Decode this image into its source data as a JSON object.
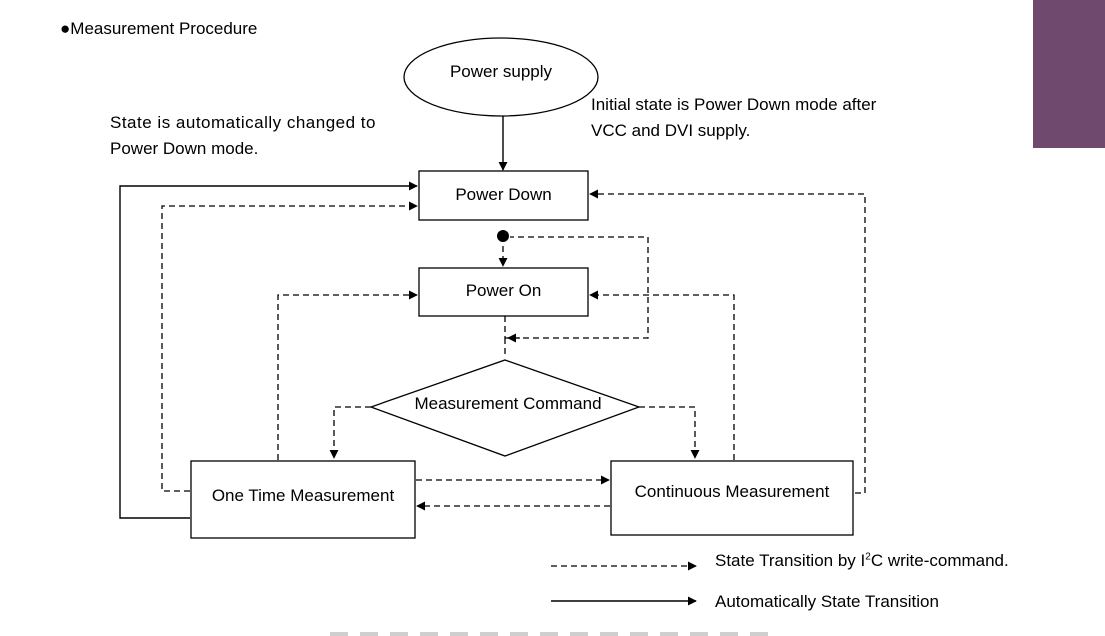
{
  "heading": {
    "bullet": "●",
    "text": "Measurement Procedure"
  },
  "nodes": {
    "power_supply": "Power supply",
    "power_down": "Power Down",
    "power_on": "Power On",
    "measurement_command": "Measurement Command",
    "one_time": "One Time Measurement",
    "continuous": "Continuous Measurement"
  },
  "notes": {
    "auto_change_line1": "State is automatically changed to",
    "auto_change_line2": "Power Down mode.",
    "initial_line1": "Initial state is Power Down mode after",
    "initial_line2": "VCC and DVI supply."
  },
  "legend": {
    "dashed_pre": "State Transition by I",
    "dashed_sup": "2",
    "dashed_post": "C write-command.",
    "solid": "Automatically State Transition"
  },
  "colors": {
    "accent_tab": "#6f4a6e",
    "line": "#000000"
  }
}
